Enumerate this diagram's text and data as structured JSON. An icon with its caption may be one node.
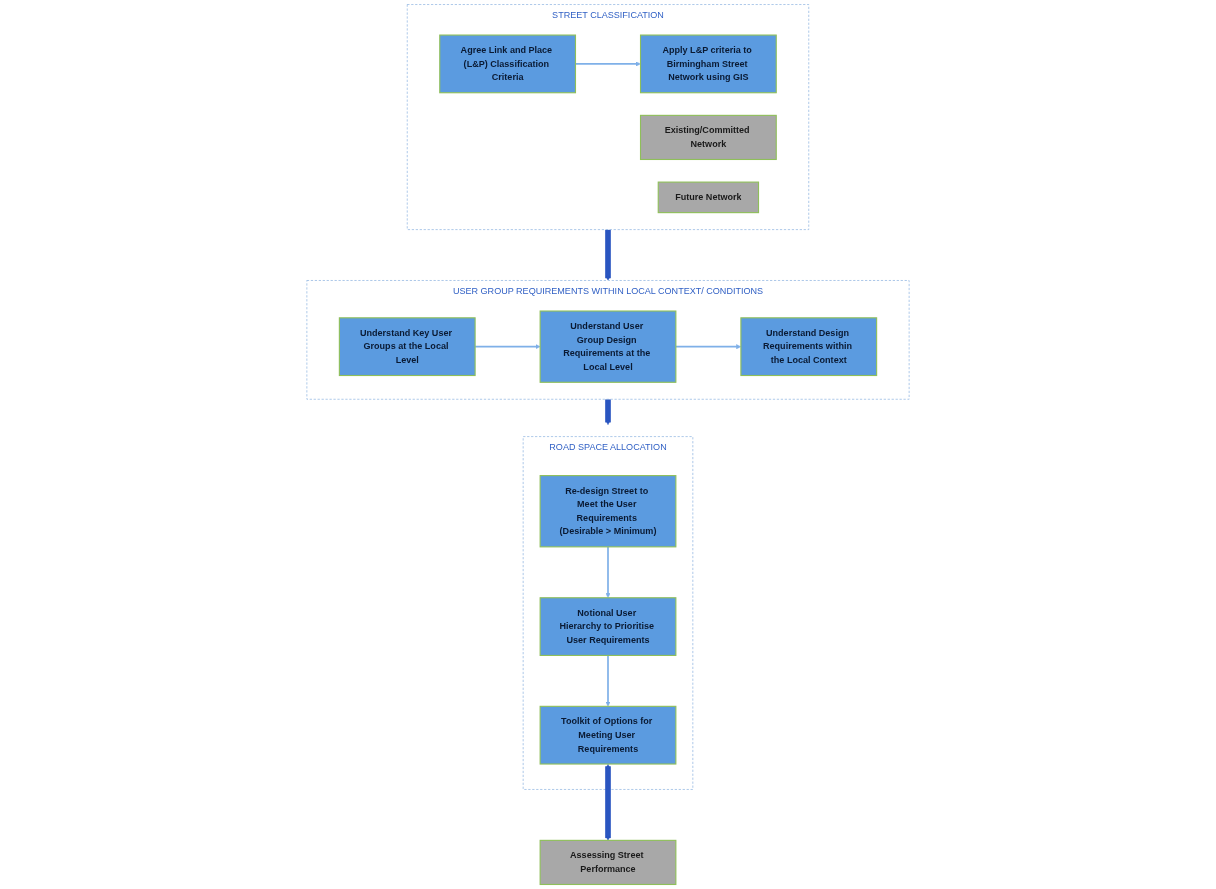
{
  "diagram": {
    "nodes": [
      {
        "text": [
          "STREET CLASSIFICATION"
        ]
      },
      {
        "text": [
          "Agree Link and Place (L&P) Classification Criteria"
        ],
        "in": 0
      },
      {
        "text": [
          "Apply L&P criteria to Birmingham Street Network using GIS"
        ],
        "in": 0
      },
      {
        "text": [
          "Existing/Committed Network"
        ],
        "in": 0
      },
      {
        "text": [
          "Future Network"
        ],
        "in": 0
      },
      {
        "text": [
          "USER GROUP REQUIREMENTS WITHIN LOCAL CONTEXT/ CONDITIONS"
        ]
      },
      {
        "text": [
          "Understand Key User Groups at the Local Level"
        ],
        "in": 5
      },
      {
        "text": [
          "Understand User Group Design Requirements at the Local Level"
        ],
        "in": 5
      },
      {
        "text": [
          "Understand Design Requirements within the Local Context"
        ],
        "in": 5
      },
      {
        "text": [
          "ROAD SPACE ALLOCATION"
        ]
      },
      {
        "text": [
          "Re-design Street to Meet the User Requirements (Desirable > Minimum)"
        ],
        "in": 9
      },
      {
        "text": [
          "Notional User Hierarchy to Prioritise User Requirements"
        ],
        "in": 9
      },
      {
        "text": [
          "Toolkit of Options for Meeting User Requirements"
        ],
        "in": 9
      },
      {
        "text": [
          "Assessing Street Performance"
        ]
      }
    ],
    "edges": [
      {
        "from": 1,
        "to": 2,
        "arrow": "to",
        "color": "#7fb0e8"
      },
      {
        "from": 0,
        "to": 5,
        "arrow": "to",
        "style": "thick",
        "color": "#2a55c0"
      },
      {
        "from": 6,
        "to": 7,
        "arrow": "to",
        "color": "#7fb0e8"
      },
      {
        "from": 7,
        "to": 8,
        "arrow": "to",
        "color": "#7fb0e8"
      },
      {
        "from": 5,
        "to": 9,
        "arrow": "to",
        "style": "thick",
        "color": "#2a55c0"
      },
      {
        "from": 10,
        "to": 11,
        "arrow": "to",
        "color": "#7fb0e8"
      },
      {
        "from": 11,
        "to": 12,
        "arrow": "to",
        "color": "#7fb0e8"
      },
      {
        "from": 12,
        "to": 13,
        "arrow": "both",
        "style": "thick",
        "color": "#2a55c0"
      }
    ]
  }
}
